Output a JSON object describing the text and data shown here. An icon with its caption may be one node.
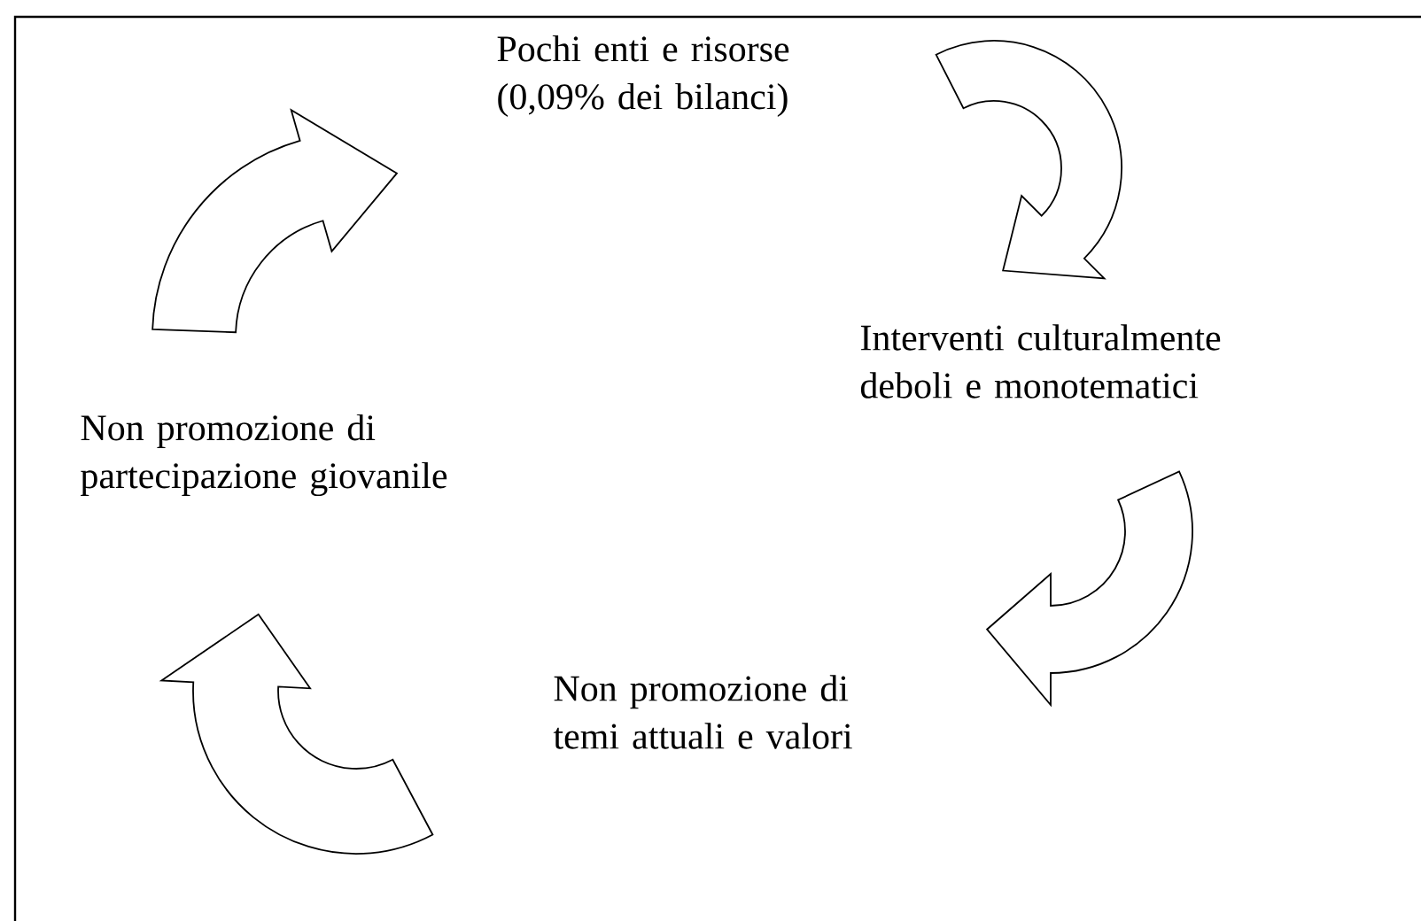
{
  "diagram": {
    "nodes": [
      {
        "text": [
          "Pochi enti e risorse (0,09% dei bilanci)"
        ]
      },
      {
        "text": [
          "Interventi culturalmente deboli e monotematici"
        ]
      },
      {
        "text": [
          "Non promozione di partecipazione giovanile"
        ]
      },
      {
        "text": [
          "Non promozione di temi attuali e valori"
        ]
      }
    ],
    "edges": [
      {
        "from": 2,
        "to": 0,
        "arrow": "to"
      },
      {
        "from": 0,
        "to": 1,
        "arrow": "to"
      },
      {
        "from": 1,
        "to": 3,
        "arrow": "to"
      },
      {
        "from": 3,
        "to": 2,
        "arrow": "to"
      }
    ]
  }
}
